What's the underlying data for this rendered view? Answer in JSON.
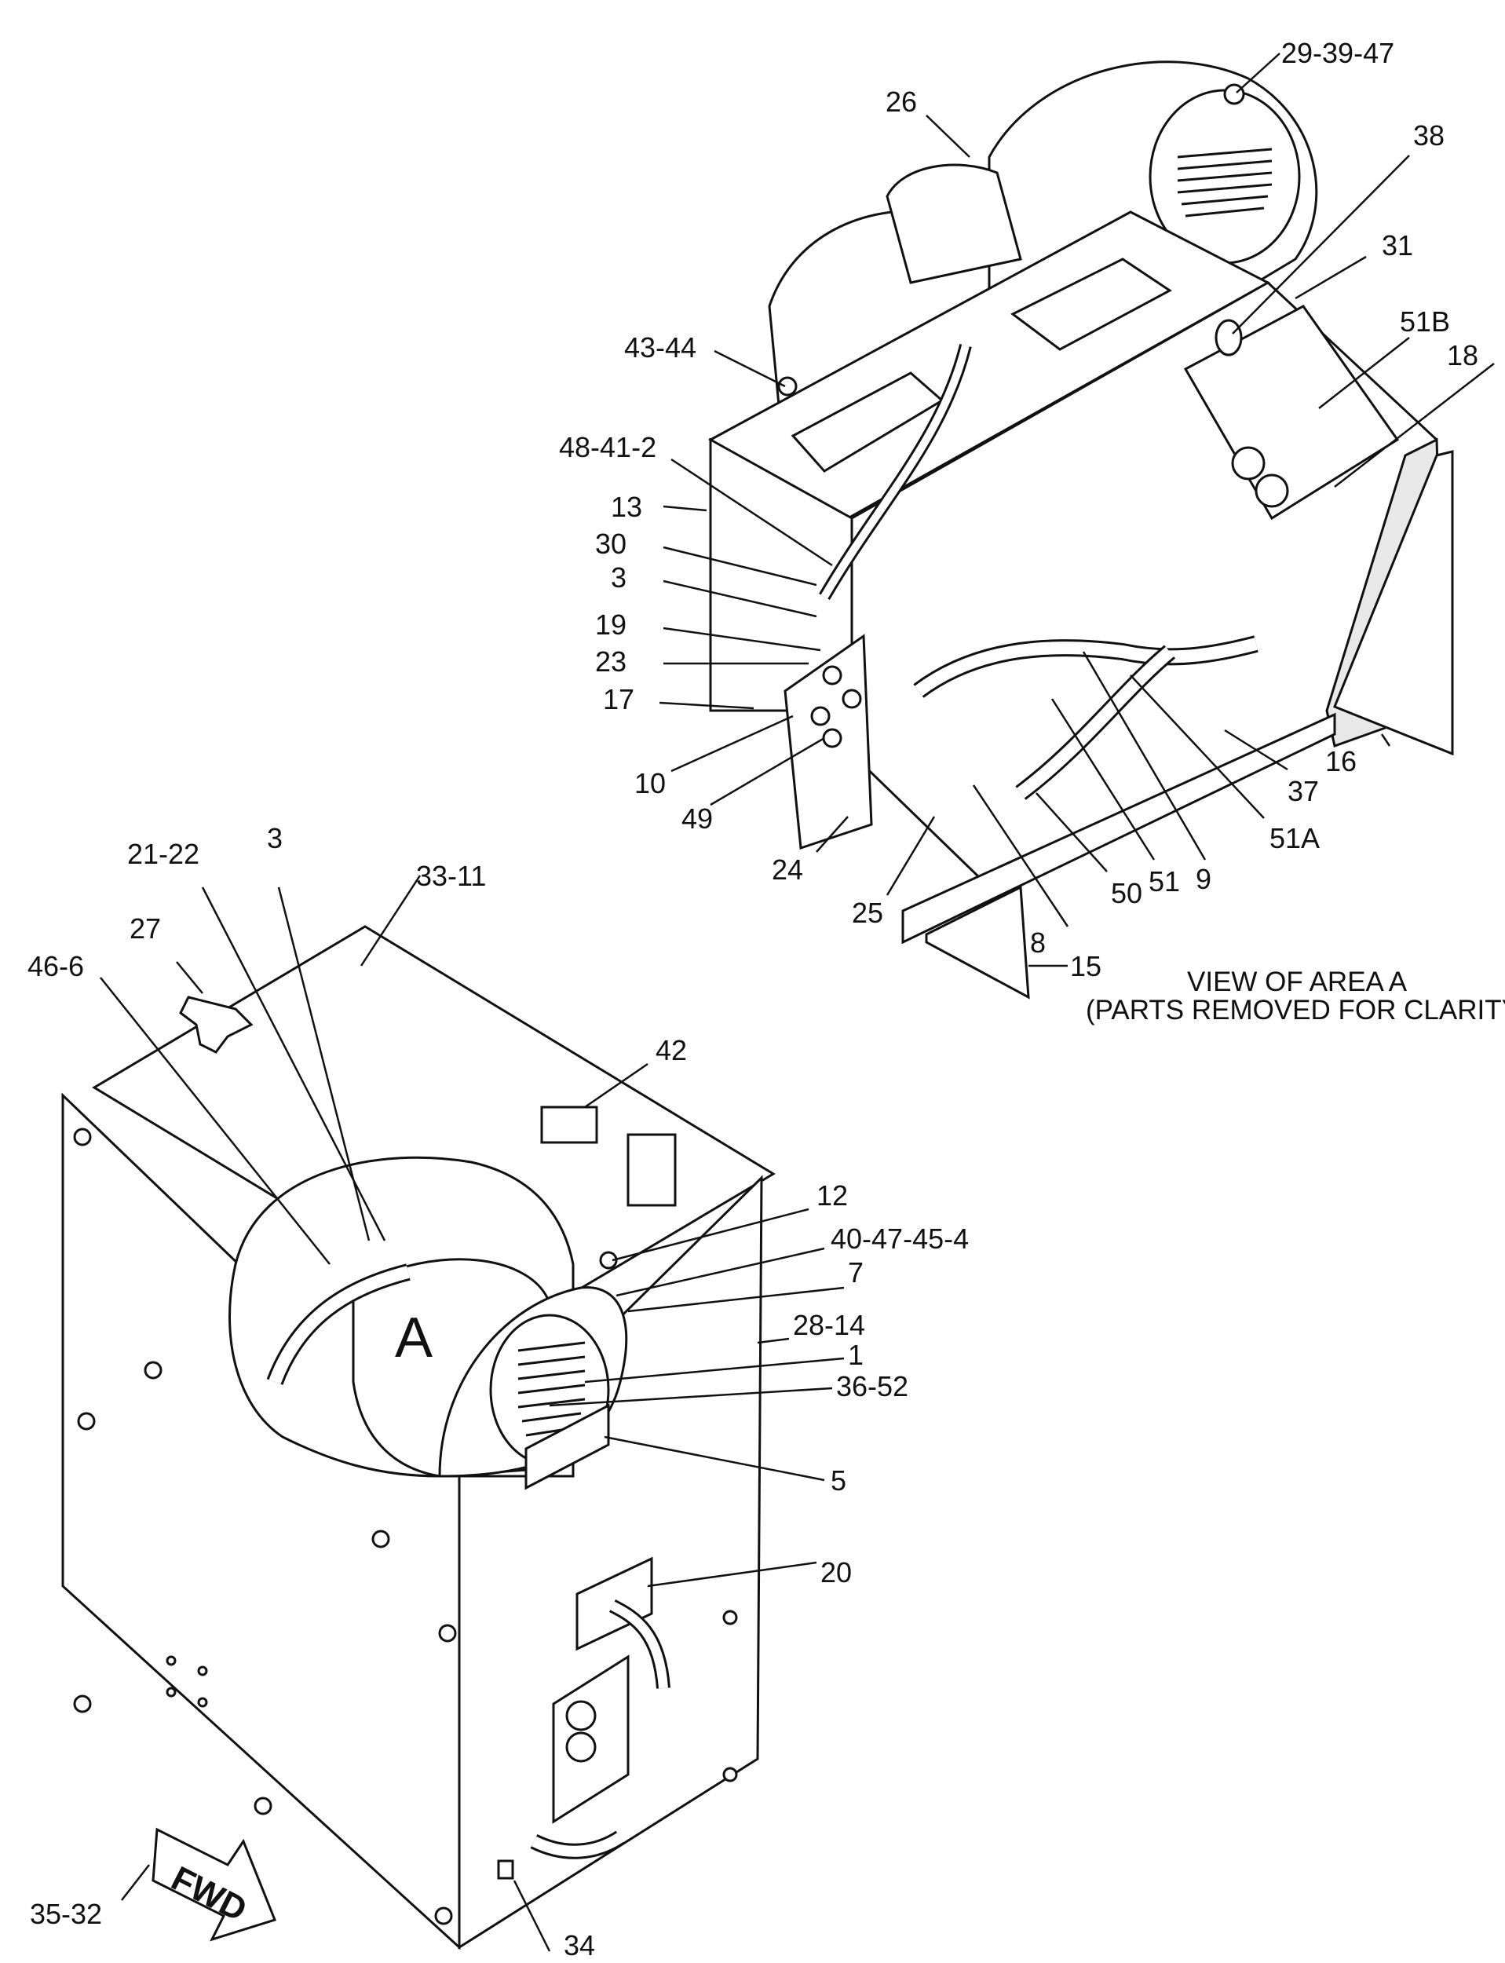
{
  "labels": {
    "l_29_39_47": "29-39-47",
    "l_26": "26",
    "l_38": "38",
    "l_31": "31",
    "l_51B": "51B",
    "l_43_44": "43-44",
    "l_18": "18",
    "l_48_41_2": "48-41-2",
    "l_13": "13",
    "l_30": "30",
    "l_3a": "3",
    "l_19": "19",
    "l_23": "23",
    "l_17": "17",
    "l_10": "10",
    "l_49": "49",
    "l_24": "24",
    "l_25": "25",
    "l_8": "8",
    "l_50": "50",
    "l_51": "51",
    "l_9": "9",
    "l_51A": "51A",
    "l_37": "37",
    "l_16": "16",
    "l_15": "15",
    "l_21_22": "21-22",
    "l_3b": "3",
    "l_33_11": "33-11",
    "l_27": "27",
    "l_46_6": "46-6",
    "l_42": "42",
    "l_12": "12",
    "l_40_47_45_4": "40-47-45-4",
    "l_7": "7",
    "l_28_14": "28-14",
    "l_1": "1",
    "l_36_52": "36-52",
    "l_5": "5",
    "l_20": "20",
    "l_35_32": "35-32",
    "l_34": "34"
  },
  "caption": {
    "line1": "VIEW OF AREA A",
    "line2": "(PARTS REMOVED FOR CLARITY)"
  },
  "area_marker": "A",
  "direction_marker": "FWD"
}
